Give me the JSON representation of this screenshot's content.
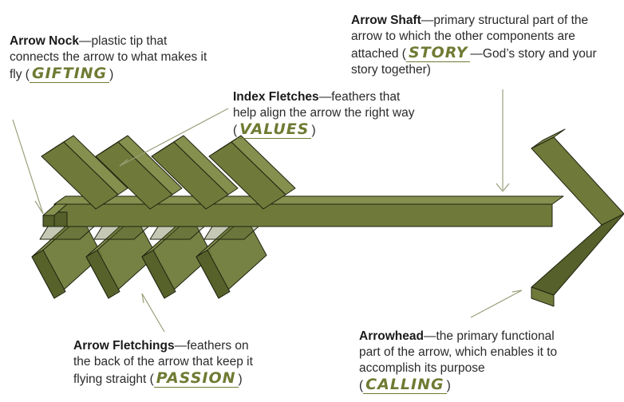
{
  "colors": {
    "fill": "#6f7a3a",
    "dark": "#55602a",
    "light": "#858f4e",
    "stroke": "#1f2410",
    "accent": "#707a33",
    "pointer": "#9aa07a"
  },
  "callouts": {
    "nock": {
      "term": "Arrow Nock",
      "desc": "—plastic tip that connects the arrow to what makes it fly (",
      "answer": "GIFTING",
      "close": ")"
    },
    "index": {
      "term": "Index Fletches",
      "desc": "—feathers that help align the arrow the right way (",
      "answer": "VALUES",
      "close": ")"
    },
    "shaft": {
      "term": "Arrow Shaft",
      "desc": "—primary structural part of the arrow to which the other components are attached (",
      "answer": "STORY",
      "close": "—God’s story and your story together)"
    },
    "fletchings": {
      "term": "Arrow Fletchings",
      "desc": "—feathers on the back of the arrow that keep it flying straight (",
      "answer": "PASSION",
      "close": ")"
    },
    "head": {
      "term": "Arrowhead",
      "desc": "—the primary functional part of the arrow, which enables it to accomplish its purpose (",
      "answer": "CALLING",
      "close": ")"
    }
  }
}
